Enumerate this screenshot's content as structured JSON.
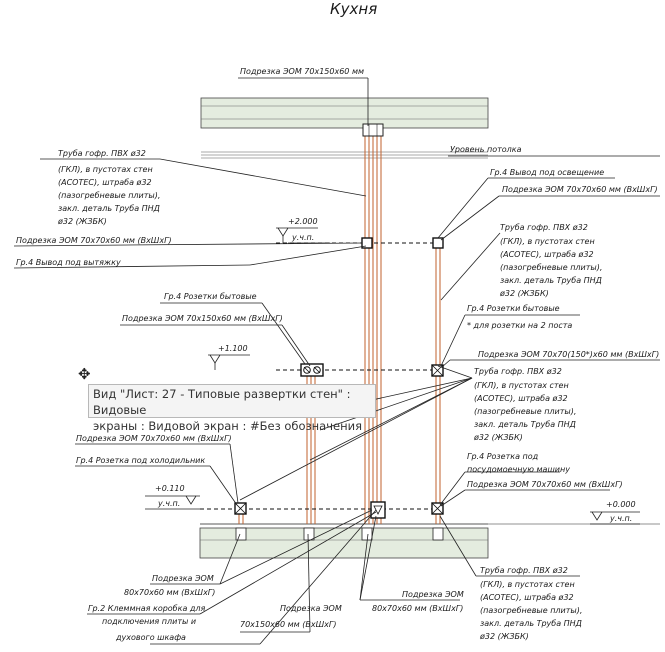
{
  "title": "Кухня",
  "labels": {
    "top_box": "Подрезка ЭОМ 70х150х60 мм",
    "ceiling_level": "Уровень потолка",
    "left_pipe": [
      "Труба гофр. ПВХ ø32",
      "(ГКЛ), в пустотах стен",
      "(АСОТЕС), штраба ø32",
      "(пазогребневые плиты),",
      "закл. деталь Труба ПНД",
      "ø32 (ЖЗБК)"
    ],
    "elev_2000": "+2.000",
    "level_ucp": "у.ч.п.",
    "box_70_left": "Подрезка ЭОМ 70х70х60 мм (ВхШхГ)",
    "vent_out": "Гр.4 Вывод под вытяжку",
    "light_out": "Гр.4 Вывод под освещение",
    "box_70_right": "Подрезка ЭОМ 70х70х60 мм (ВхШхГ)",
    "right_pipe": [
      "Труба гофр. ПВХ ø32",
      "(ГКЛ), в пустотах стен",
      "(АСОТЕС), штраба ø32",
      "(пазогребневые плиты),",
      "закл. деталь Труба ПНД",
      "ø32 (ЖЗБК)"
    ],
    "sockets_title": "Гр.4 Розетки бытовые",
    "box_150": "Подрезка ЭОМ 70х150х60 мм (ВхШхГ)",
    "sockets_right": "Гр.4 Розетки бытовые",
    "sockets_note": "* для розетки на 2 поста",
    "elev_1100": "+1.100",
    "box_150_right": "Подрезка ЭОМ 70х70(150*)х60 мм (ВхШхГ)",
    "mid_pipe": [
      "Труба гофр. ПВХ ø32",
      "(ГКЛ), в пустотах стен",
      "(АСОТЕС), штраба ø32",
      "(пазогребневые плиты),",
      "закл. деталь Труба ПНД",
      "ø32 (ЖЗБК)"
    ],
    "box_fridge_note": "Подрезка ЭОМ 70х70х60 мм (ВхШхГ)",
    "fridge": "Гр.4 Розетка под холодильник",
    "dishwasher": [
      "Гр.4 Розетка под",
      "посудомоечную машину"
    ],
    "elev_0110": "+0.110",
    "box_dish": "Подрезка ЭОМ 70х70х60 мм (ВхШхГ)",
    "elev_0000": "+0.000",
    "bottom_box_left": [
      "Подрезка ЭОМ",
      "80х70х60 мм (ВхШхГ)"
    ],
    "bottom_box_mid": [
      "Подрезка ЭОМ",
      "80х70х60 мм (ВхШхГ)"
    ],
    "bottom_box_150": [
      "Подрезка ЭОМ",
      "70х150х60 мм (ВхШхГ)"
    ],
    "junction": [
      "Гр.2 Клеммная коробка для",
      "подключения плиты и",
      "духового шкафа"
    ],
    "bottom_pipe": [
      "Труба гофр. ПВХ ø32",
      "(ГКЛ), в пустотах стен",
      "(АСОТЕС), штраба ø32",
      "(пазогребневые плиты),",
      "закл. деталь Труба ПНД",
      "ø32 (ЖЗБК)"
    ]
  },
  "tooltip": {
    "line1": "Вид \"Лист: 27 - Типовые развертки стен\" : Видовые",
    "line2": "экраны : Видовой экран : #Без обозначения"
  },
  "cursor_icon": "move-cursor-icon"
}
